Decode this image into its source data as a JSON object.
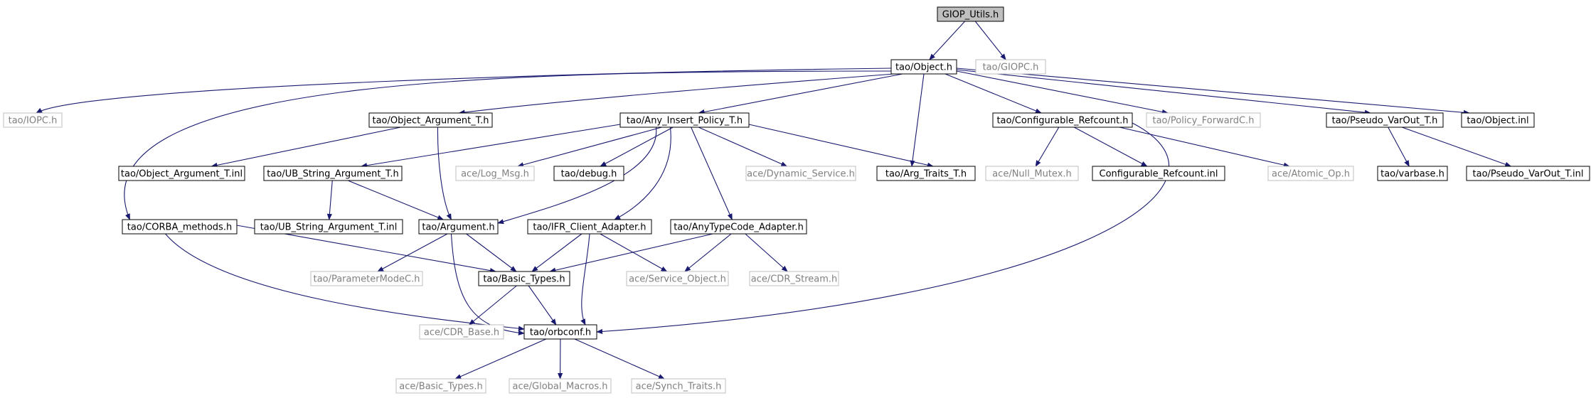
{
  "colors": {
    "edge": "#191970",
    "border_dark": "#000000",
    "border_light": "#bfbfbf",
    "text_dark": "#000000",
    "text_light": "#808080",
    "root_fill": "#bfbfbf",
    "node_fill": "#ffffff"
  },
  "nodes": [
    {
      "id": "giop_utils",
      "label": "GIOP_Utils.h",
      "style": "root"
    },
    {
      "id": "object_h",
      "label": "tao/Object.h",
      "style": "dark"
    },
    {
      "id": "giopc",
      "label": "tao/GIOPC.h",
      "style": "light"
    },
    {
      "id": "iopc",
      "label": "tao/IOPC.h",
      "style": "light"
    },
    {
      "id": "obj_arg_t_h",
      "label": "tao/Object_Argument_T.h",
      "style": "dark"
    },
    {
      "id": "any_insert",
      "label": "tao/Any_Insert_Policy_T.h",
      "style": "dark"
    },
    {
      "id": "conf_refcount",
      "label": "tao/Configurable_Refcount.h",
      "style": "dark"
    },
    {
      "id": "policy_fwd",
      "label": "tao/Policy_ForwardC.h",
      "style": "light"
    },
    {
      "id": "pseudo_varout_h",
      "label": "tao/Pseudo_VarOut_T.h",
      "style": "dark"
    },
    {
      "id": "object_inl",
      "label": "tao/Object.inl",
      "style": "dark"
    },
    {
      "id": "obj_arg_t_inl",
      "label": "tao/Object_Argument_T.inl",
      "style": "dark"
    },
    {
      "id": "ub_string_h",
      "label": "tao/UB_String_Argument_T.h",
      "style": "dark"
    },
    {
      "id": "log_msg",
      "label": "ace/Log_Msg.h",
      "style": "light"
    },
    {
      "id": "debug_h",
      "label": "tao/debug.h",
      "style": "dark"
    },
    {
      "id": "dyn_service",
      "label": "ace/Dynamic_Service.h",
      "style": "light"
    },
    {
      "id": "arg_traits",
      "label": "tao/Arg_Traits_T.h",
      "style": "dark"
    },
    {
      "id": "null_mutex",
      "label": "ace/Null_Mutex.h",
      "style": "light"
    },
    {
      "id": "conf_refcount_inl",
      "label": "Configurable_Refcount.inl",
      "style": "dark"
    },
    {
      "id": "atomic_op",
      "label": "ace/Atomic_Op.h",
      "style": "light"
    },
    {
      "id": "varbase",
      "label": "tao/varbase.h",
      "style": "dark"
    },
    {
      "id": "pseudo_varout_inl",
      "label": "tao/Pseudo_VarOut_T.inl",
      "style": "dark"
    },
    {
      "id": "corba_methods",
      "label": "tao/CORBA_methods.h",
      "style": "dark"
    },
    {
      "id": "ub_string_inl",
      "label": "tao/UB_String_Argument_T.inl",
      "style": "dark"
    },
    {
      "id": "argument_h",
      "label": "tao/Argument.h",
      "style": "dark"
    },
    {
      "id": "ifr_client",
      "label": "tao/IFR_Client_Adapter.h",
      "style": "dark"
    },
    {
      "id": "anytypecode",
      "label": "tao/AnyTypeCode_Adapter.h",
      "style": "dark"
    },
    {
      "id": "param_mode",
      "label": "tao/ParameterModeC.h",
      "style": "light"
    },
    {
      "id": "basic_types_tao",
      "label": "tao/Basic_Types.h",
      "style": "dark"
    },
    {
      "id": "service_object",
      "label": "ace/Service_Object.h",
      "style": "light"
    },
    {
      "id": "cdr_stream",
      "label": "ace/CDR_Stream.h",
      "style": "light"
    },
    {
      "id": "cdr_base",
      "label": "ace/CDR_Base.h",
      "style": "light"
    },
    {
      "id": "orbconf",
      "label": "tao/orbconf.h",
      "style": "dark"
    },
    {
      "id": "basic_types_ace",
      "label": "ace/Basic_Types.h",
      "style": "light"
    },
    {
      "id": "global_macros",
      "label": "ace/Global_Macros.h",
      "style": "light"
    },
    {
      "id": "synch_traits",
      "label": "ace/Synch_Traits.h",
      "style": "light"
    }
  ],
  "edges": [
    [
      "giop_utils",
      "object_h"
    ],
    [
      "giop_utils",
      "giopc"
    ],
    [
      "object_h",
      "iopc"
    ],
    [
      "object_h",
      "obj_arg_t_h"
    ],
    [
      "object_h",
      "any_insert"
    ],
    [
      "object_h",
      "conf_refcount"
    ],
    [
      "object_h",
      "policy_fwd"
    ],
    [
      "object_h",
      "pseudo_varout_h"
    ],
    [
      "object_h",
      "object_inl"
    ],
    [
      "object_h",
      "arg_traits"
    ],
    [
      "object_h",
      "corba_methods"
    ],
    [
      "obj_arg_t_h",
      "obj_arg_t_inl"
    ],
    [
      "obj_arg_t_h",
      "argument_h"
    ],
    [
      "any_insert",
      "ub_string_h"
    ],
    [
      "any_insert",
      "log_msg"
    ],
    [
      "any_insert",
      "debug_h"
    ],
    [
      "any_insert",
      "dyn_service"
    ],
    [
      "any_insert",
      "arg_traits"
    ],
    [
      "any_insert",
      "argument_h"
    ],
    [
      "any_insert",
      "ifr_client"
    ],
    [
      "any_insert",
      "anytypecode"
    ],
    [
      "conf_refcount",
      "null_mutex"
    ],
    [
      "conf_refcount",
      "conf_refcount_inl"
    ],
    [
      "conf_refcount",
      "atomic_op"
    ],
    [
      "conf_refcount",
      "orbconf"
    ],
    [
      "pseudo_varout_h",
      "varbase"
    ],
    [
      "pseudo_varout_h",
      "pseudo_varout_inl"
    ],
    [
      "ub_string_h",
      "ub_string_inl"
    ],
    [
      "ub_string_h",
      "argument_h"
    ],
    [
      "corba_methods",
      "basic_types_tao"
    ],
    [
      "corba_methods",
      "orbconf"
    ],
    [
      "argument_h",
      "param_mode"
    ],
    [
      "argument_h",
      "basic_types_tao"
    ],
    [
      "argument_h",
      "orbconf"
    ],
    [
      "ifr_client",
      "basic_types_tao"
    ],
    [
      "ifr_client",
      "service_object"
    ],
    [
      "ifr_client",
      "orbconf"
    ],
    [
      "anytypecode",
      "basic_types_tao"
    ],
    [
      "anytypecode",
      "service_object"
    ],
    [
      "anytypecode",
      "cdr_stream"
    ],
    [
      "basic_types_tao",
      "cdr_base"
    ],
    [
      "basic_types_tao",
      "orbconf"
    ],
    [
      "orbconf",
      "basic_types_ace"
    ],
    [
      "orbconf",
      "global_macros"
    ],
    [
      "orbconf",
      "synch_traits"
    ]
  ]
}
